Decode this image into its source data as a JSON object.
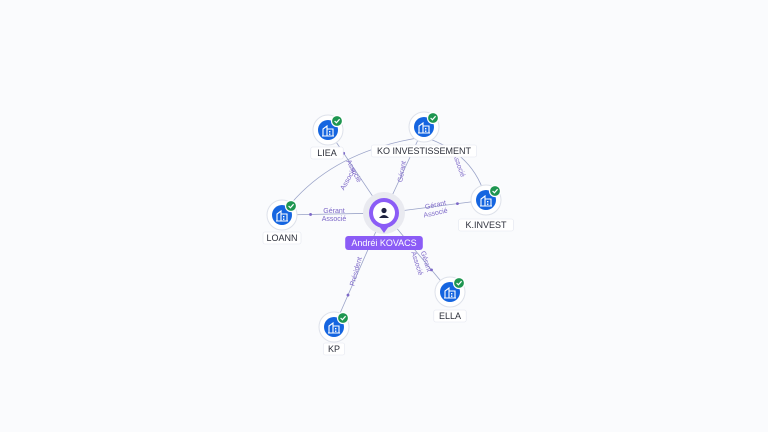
{
  "center": {
    "name": "Andréi KOVACS",
    "icon": "person-icon",
    "color": "#8b5cf6"
  },
  "companies": [
    {
      "id": "liea",
      "label": "LIEA",
      "icon": "building-icon",
      "verified": true
    },
    {
      "id": "ko-investissement",
      "label": "KO INVESTISSEMENT",
      "icon": "building-icon",
      "verified": true
    },
    {
      "id": "k-invest",
      "label": "K.INVEST",
      "icon": "building-icon",
      "verified": true
    },
    {
      "id": "loann",
      "label": "LOANN",
      "icon": "building-icon",
      "verified": true
    },
    {
      "id": "ella",
      "label": "ELLA",
      "icon": "building-icon",
      "verified": true
    },
    {
      "id": "kp",
      "label": "KP",
      "icon": "building-icon",
      "verified": true
    }
  ],
  "relations": [
    {
      "to": "liea",
      "roles": [
        "Associé"
      ]
    },
    {
      "to": "ko-investissement",
      "roles": [
        "Gérant"
      ]
    },
    {
      "to": "k-invest",
      "roles": [
        "Gérant",
        "Associé"
      ]
    },
    {
      "to": "loann",
      "roles": [
        "Gérant",
        "Associé"
      ]
    },
    {
      "to": "ella",
      "roles": [
        "Gérant",
        "Associé"
      ]
    },
    {
      "to": "kp",
      "roles": [
        "Président"
      ]
    },
    {
      "from": "ko-investissement",
      "to": "loann",
      "roles": [
        "Associé"
      ]
    },
    {
      "from": "ko-investissement",
      "to": "k-invest",
      "roles": [
        "Associé"
      ]
    }
  ],
  "colors": {
    "company": "#1565e0",
    "verified": "#1e9650",
    "edge": "#9aa3c8",
    "edge_label": "#7d68c8"
  }
}
